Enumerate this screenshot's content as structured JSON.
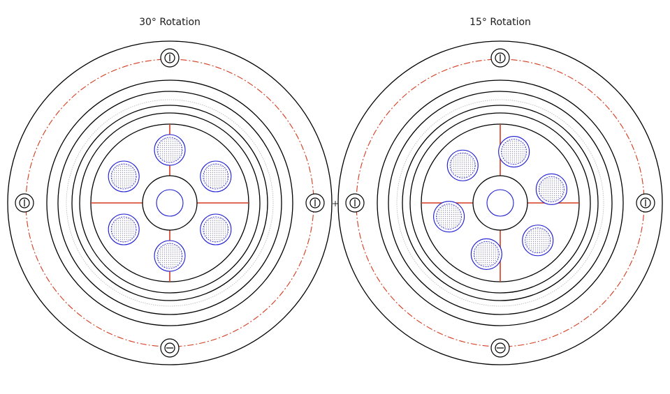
{
  "colors": {
    "outline": "#000000",
    "centerline": "#d43a1e",
    "port": "#1e1ed0",
    "port_fill": "#d9d9e6",
    "faint": "#b5b5b5"
  },
  "diagrams": [
    {
      "id": "diagram-30",
      "title": "30° Rotation",
      "rotation_deg": 30,
      "port_count": 6
    },
    {
      "id": "diagram-15",
      "title": "15° Rotation",
      "rotation_deg": 15,
      "port_count": 6
    }
  ]
}
